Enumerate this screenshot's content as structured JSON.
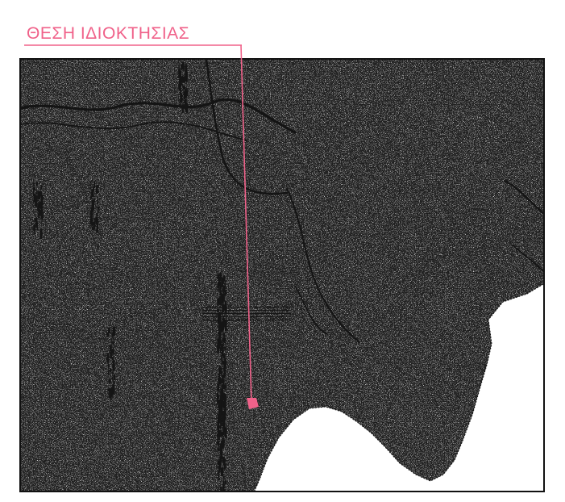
{
  "map": {
    "label": "ΘΕΣΗ ΙΔΙΟΚΤΗΣΙΑΣ",
    "label_color": "#f0628a",
    "terrain_color": "#1c1c1c",
    "sea_color": "#ffffff",
    "map_style": "topographic-contour-survey",
    "marker": "property-location-marker"
  }
}
